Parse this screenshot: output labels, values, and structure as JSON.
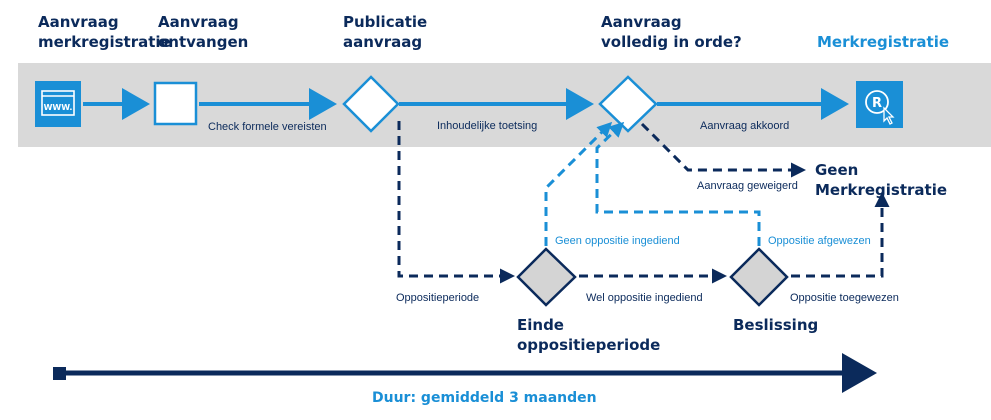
{
  "header": {
    "steps": [
      {
        "line1": "Aanvraag",
        "line2": "merkregistratie"
      },
      {
        "line1": "Aanvraag",
        "line2": "ontvangen"
      },
      {
        "line1": "Publicatie",
        "line2": "aanvraag"
      },
      {
        "line1": "Aanvraag",
        "line2": "volledig in orde?"
      },
      {
        "line1": "Merkregistratie",
        "line2": ""
      }
    ]
  },
  "icons": {
    "browser": "browser-www-icon",
    "registered": "registered-trademark-cursor-icon"
  },
  "edges": {
    "check": "Check formele vereisten",
    "inhoudelijk": "Inhoudelijke toetsing",
    "akkoord": "Aanvraag akkoord",
    "geweigerd": "Aanvraag geweigerd",
    "geen_oppositie": "Geen oppositie ingediend",
    "oppositie_afgewezen": "Oppositie afgewezen",
    "oppositieperiode": "Oppositieperiode",
    "wel_oppositie": "Wel oppositie ingediend",
    "oppositie_toegewezen": "Oppositie toegewezen"
  },
  "nodes": {
    "geen": {
      "line1": "Geen",
      "line2": "Merkregistratie"
    },
    "einde": {
      "line1": "Einde",
      "line2": "oppositieperiode"
    },
    "beslissing": {
      "line1": "Beslissing"
    }
  },
  "duration": "Duur: gemiddeld 3 maanden",
  "colors": {
    "accent": "#1a8fd6",
    "dark": "#0b2a5b",
    "band": "#d9d9d9",
    "diamond_fill": "#d4d4d4"
  }
}
